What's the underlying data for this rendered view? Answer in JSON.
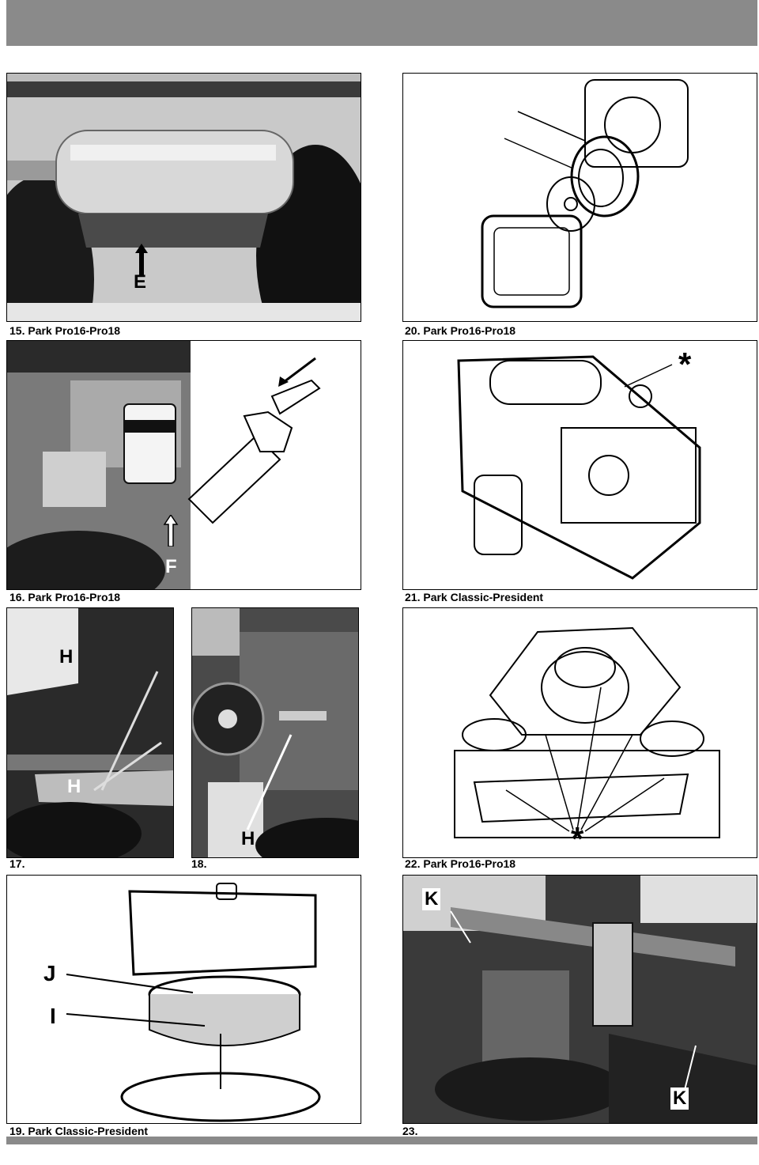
{
  "captions": {
    "fig15": "15. Park Pro16-Pro18",
    "fig16": "16. Park Pro16-Pro18",
    "fig17": "17.",
    "fig18": "18.",
    "fig19": "19. Park Classic-President",
    "fig20": "20. Park Pro16-Pro18",
    "fig21": "21. Park Classic-President",
    "fig22": "22. Park Pro16-Pro18",
    "fig23": "23."
  },
  "labels": {
    "e": "E",
    "f": "F",
    "h": "H",
    "j": "J",
    "i": "I",
    "k": "K",
    "asterisk": "*"
  }
}
